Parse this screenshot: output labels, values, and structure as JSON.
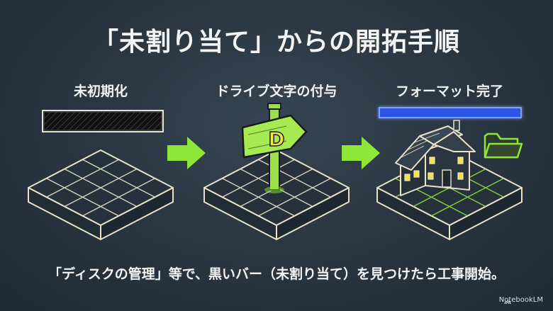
{
  "title": "「未割り当て」からの開拓手順",
  "steps": [
    {
      "label": "未初期化"
    },
    {
      "label": "ドライブ文字の付与",
      "sign_letter": "D"
    },
    {
      "label": "フォーマット完了"
    }
  ],
  "caption": "「ディスクの管理」等で、黒いバー（未割り当て）を見つけたら工事開始。",
  "brand": "NotebookLM",
  "colors": {
    "accent_green": "#8ee63a",
    "bar_blue": "#2a55e6",
    "line": "#e9e2c8",
    "background": "#2c3a46"
  },
  "icons": [
    "arrow-right-icon",
    "signpost-icon",
    "house-icon",
    "folder-icon",
    "notebooklm-logo-icon"
  ]
}
